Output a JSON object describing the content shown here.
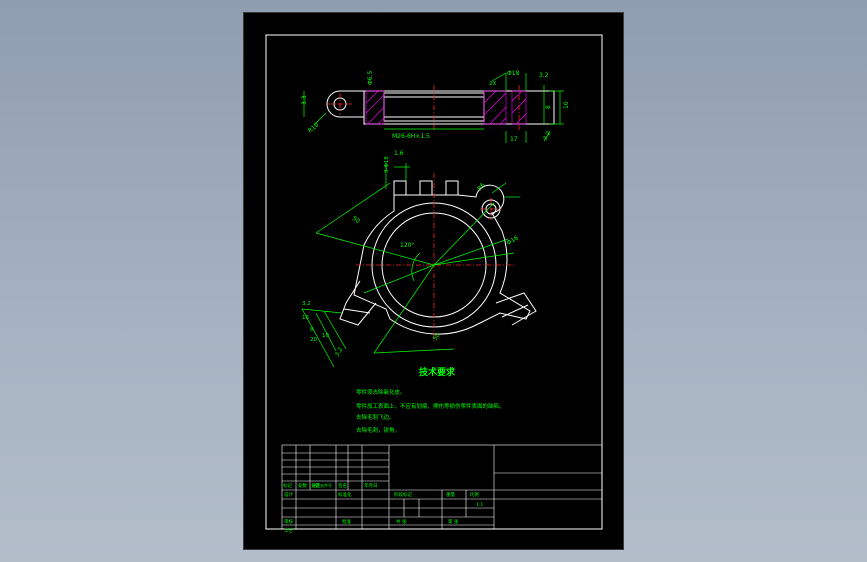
{
  "drawing": {
    "tech_req_title": "技术要求",
    "tech_req": [
      "零件须去除氧化皮。",
      "零件加工表面上，不应有划痕、擦伤等损伤零件表面的缺陷。",
      "去除毛刺飞边。",
      "去除毛刺，锐角。"
    ],
    "dims": {
      "top_left_r": "R10",
      "top_phi_left": "Φ6.5",
      "top_note": "2X",
      "top_phi_right": "Φ18",
      "top_r_small": "3.2",
      "top_d1": "3.3",
      "top_d2": "8",
      "top_d3": "10",
      "top_bottom": "M26-6H×1.5",
      "top_bottom_right": "3.2",
      "top_right_small": "17",
      "slot_w": "1.6",
      "slot_note": "3-Φ18",
      "r_small": "R6",
      "phi_hole": "Φ16",
      "angle": "120°",
      "len_a": "50",
      "len_b": "50",
      "left_dims": [
        "3.2",
        "16",
        "8",
        "20",
        "10"
      ],
      "left_bottom": "3.2"
    },
    "title_block": {
      "row_labels": [
        "标记",
        "处数",
        "分区",
        "更改文件号",
        "签名",
        "年月日"
      ],
      "designer": "设计",
      "standard": "标准化",
      "stage": "阶段标记",
      "weight": "重量",
      "scale": "比例",
      "scale_value": "1:1",
      "review": "审核",
      "process": "工艺",
      "approve": "批准",
      "sheets": "共 张",
      "sheet_no": "第 张"
    }
  },
  "colors": {
    "background": "#000000",
    "outline": "#ffffff",
    "dimension": "#00ff00",
    "center": "#ff2020",
    "hatch": "#ff00ff"
  }
}
